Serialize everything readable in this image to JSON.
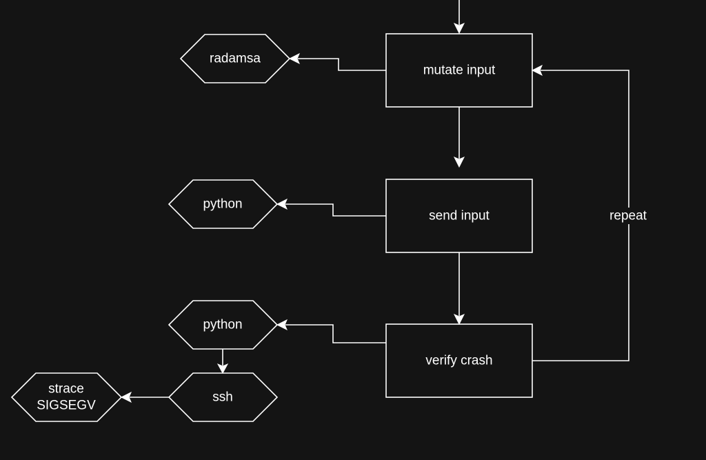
{
  "diagram": {
    "background": "#141414",
    "stroke_color": "#ffffff",
    "text_color": "#ffffff",
    "nodes": {
      "mutate": {
        "label": "mutate input",
        "shape": "rectangle"
      },
      "send": {
        "label": "send input",
        "shape": "rectangle"
      },
      "verify": {
        "label": "verify crash",
        "shape": "rectangle"
      },
      "radamsa": {
        "label": "radamsa",
        "shape": "hexagon"
      },
      "python_send": {
        "label": "python",
        "shape": "hexagon"
      },
      "python_verify": {
        "label": "python",
        "shape": "hexagon"
      },
      "ssh": {
        "label": "ssh",
        "shape": "hexagon"
      },
      "strace": {
        "label_lines": [
          "strace",
          "SIGSEGV"
        ],
        "shape": "hexagon"
      }
    },
    "edges": [
      {
        "from": "entry",
        "to": "mutate"
      },
      {
        "from": "mutate",
        "to": "radamsa"
      },
      {
        "from": "mutate",
        "to": "send"
      },
      {
        "from": "send",
        "to": "python_send"
      },
      {
        "from": "send",
        "to": "verify"
      },
      {
        "from": "verify",
        "to": "python_verify"
      },
      {
        "from": "python_verify",
        "to": "ssh"
      },
      {
        "from": "ssh",
        "to": "strace"
      },
      {
        "from": "verify",
        "to": "mutate",
        "label": "repeat"
      }
    ],
    "repeat_label": "repeat"
  }
}
